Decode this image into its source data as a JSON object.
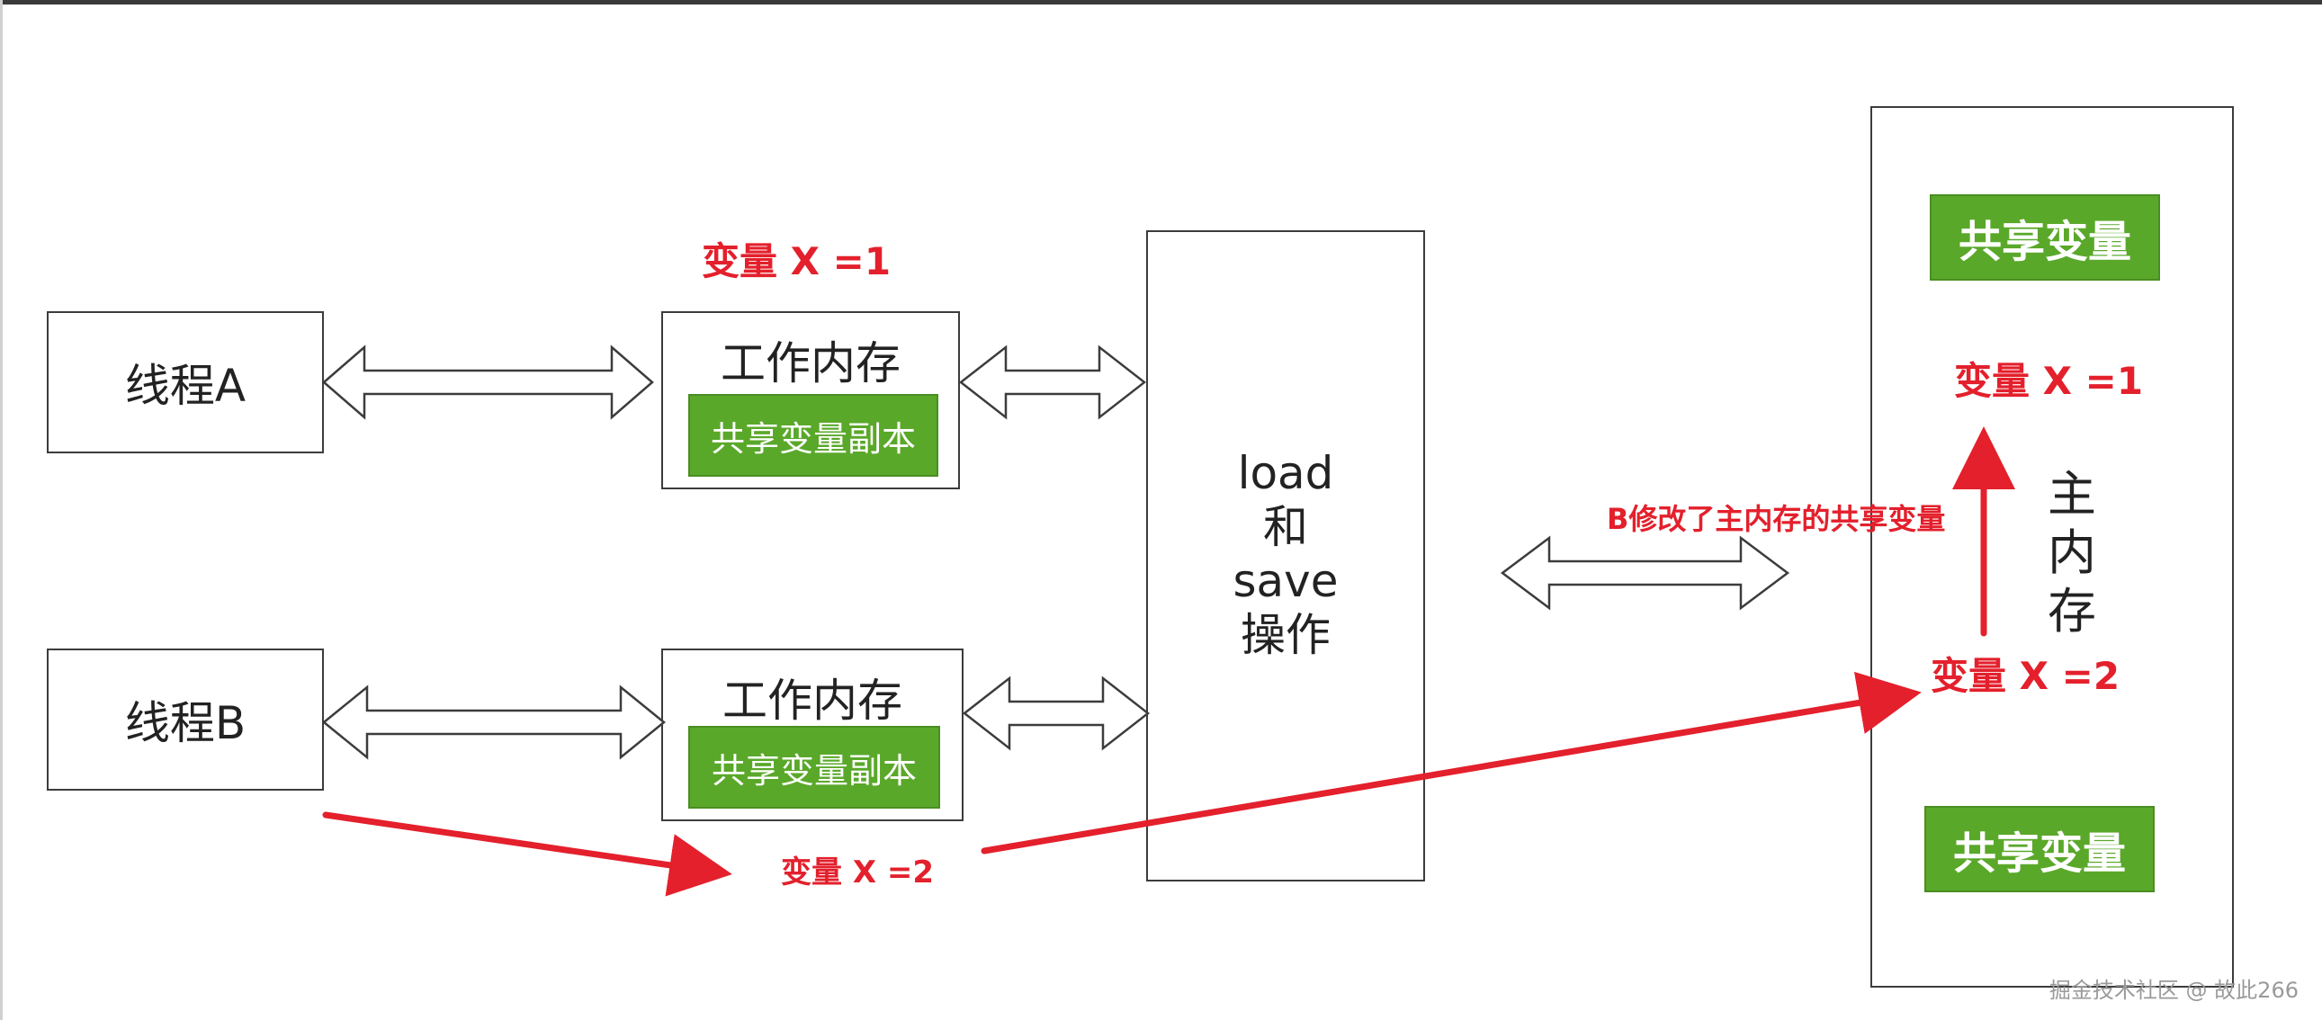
{
  "thread_a": {
    "label": "线程A"
  },
  "thread_b": {
    "label": "线程B"
  },
  "work_memory_a": {
    "title": "工作内存",
    "copy_label": "共享变量副本"
  },
  "work_memory_b": {
    "title": "工作内存",
    "copy_label": "共享变量副本"
  },
  "load_save": {
    "lines": [
      "load",
      "和",
      "save",
      "操作"
    ]
  },
  "main_memory": {
    "label_chars": [
      "主",
      "内",
      "存"
    ],
    "shared_var_top": "共享变量",
    "shared_var_bottom": "共享变量"
  },
  "annotations": {
    "var_x_1_top": "变量 X =1",
    "var_x_2_bottom": "变量 X =2",
    "b_modified": "B修改了主内存的共享变量",
    "main_var_x_1": "变量 X =1",
    "main_var_x_2": "变量 X =2"
  },
  "watermark": "掘金技术社区 @ 故此266",
  "colors": {
    "green": "#5aa82a",
    "red": "#e3202c",
    "border": "#3c3c3c"
  }
}
